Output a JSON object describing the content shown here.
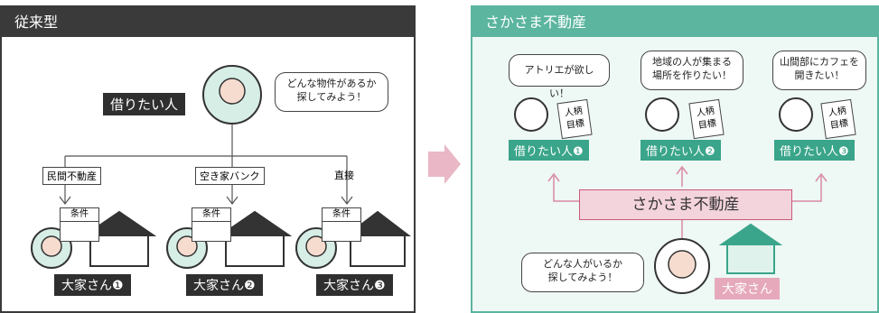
{
  "left": {
    "title": "従来型",
    "renter": "借りたい人",
    "bubble_line1": "どんな物件があるか",
    "bubble_line2": "探してみよう！",
    "routes": [
      "民間不動産",
      "空き家バンク",
      "直接"
    ],
    "condition": "条件",
    "landlords": [
      "大家さん❶",
      "大家さん❷",
      "大家さん❸"
    ]
  },
  "arrow": {
    "color": "#e9b7c5"
  },
  "right": {
    "title": "さかさま不動産",
    "bubbles": [
      {
        "line1": "アトリエが欲しい！",
        "line2": ""
      },
      {
        "line1": "地域の人が集まる",
        "line2": "場所を作りたい！"
      },
      {
        "line1": "山間部にカフェを",
        "line2": "開きたい！"
      }
    ],
    "card_line1": "人柄",
    "card_line2": "目標",
    "renters": [
      "借りたい人❶",
      "借りたい人❷",
      "借りたい人❸"
    ],
    "center_box": "さかさま不動産",
    "landlord_bubble_line1": "どんな人がいるか",
    "landlord_bubble_line2": "探してみよう！",
    "landlord": "大家さん"
  },
  "colors": {
    "dark": "#3a3a3a",
    "green": "#5bb59f",
    "pink": "#c95b7a"
  }
}
